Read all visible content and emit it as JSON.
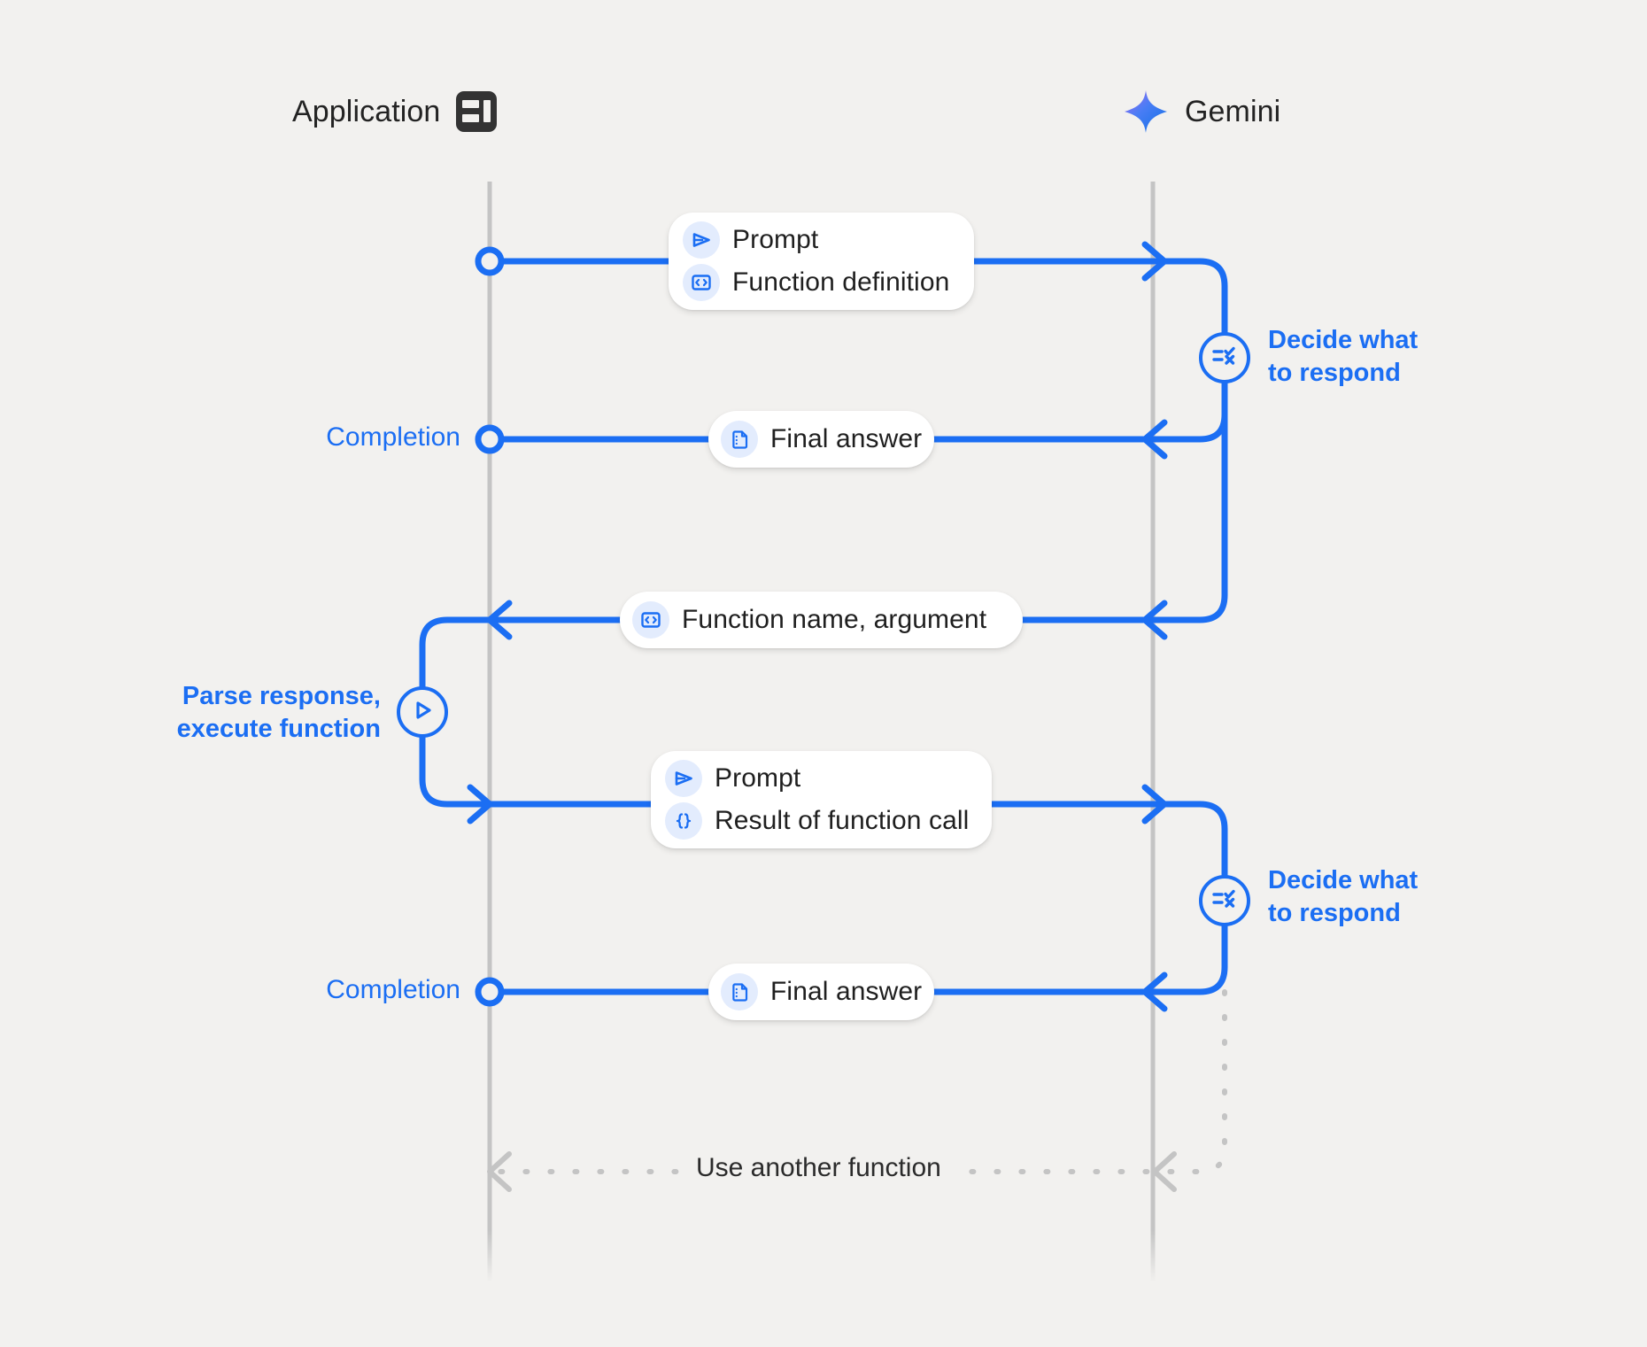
{
  "background_color": "#F2F1EF",
  "accent_blue": "#1B6EF3",
  "muted_gray": "#C4C4C4",
  "text_dark": "#1F1F1F",
  "lanes": [
    {
      "id": "application",
      "title": "Application",
      "icon": "app-window-icon"
    },
    {
      "id": "gemini",
      "title": "Gemini",
      "icon": "gemini-sparkle-icon"
    }
  ],
  "messages": [
    {
      "id": "request-1",
      "direction": "app-to-gemini",
      "rows": [
        {
          "label": "Prompt",
          "icon": "send-triangle-icon"
        },
        {
          "label": "Function definition",
          "icon": "code-brackets-boxed-icon"
        }
      ]
    },
    {
      "id": "response-1",
      "direction": "gemini-to-app",
      "rows": [
        {
          "label": "Final answer",
          "icon": "document-icon"
        }
      ]
    },
    {
      "id": "function-call",
      "direction": "gemini-to-app",
      "rows": [
        {
          "label": "Function name,  argument",
          "icon": "code-brackets-boxed-icon"
        }
      ]
    },
    {
      "id": "request-2",
      "direction": "app-to-gemini",
      "rows": [
        {
          "label": "Prompt",
          "icon": "send-triangle-icon"
        },
        {
          "label": "Result of function call",
          "icon": "curly-braces-icon"
        }
      ]
    },
    {
      "id": "response-2",
      "direction": "gemini-to-app",
      "rows": [
        {
          "label": "Final answer",
          "icon": "document-icon"
        }
      ]
    }
  ],
  "annotations": {
    "decide_1": "Decide what\nto respond",
    "decide_2": "Decide what\nto respond",
    "parse": "Parse response,\nexecute function",
    "completion_1": "Completion",
    "completion_2": "Completion",
    "loop": "Use another function"
  },
  "nodes": [
    {
      "id": "decide-1",
      "icon": "checklist-decision-icon",
      "lane": "gemini"
    },
    {
      "id": "parse",
      "icon": "play-triangle-icon",
      "lane": "application"
    },
    {
      "id": "decide-2",
      "icon": "checklist-decision-icon",
      "lane": "gemini"
    }
  ]
}
